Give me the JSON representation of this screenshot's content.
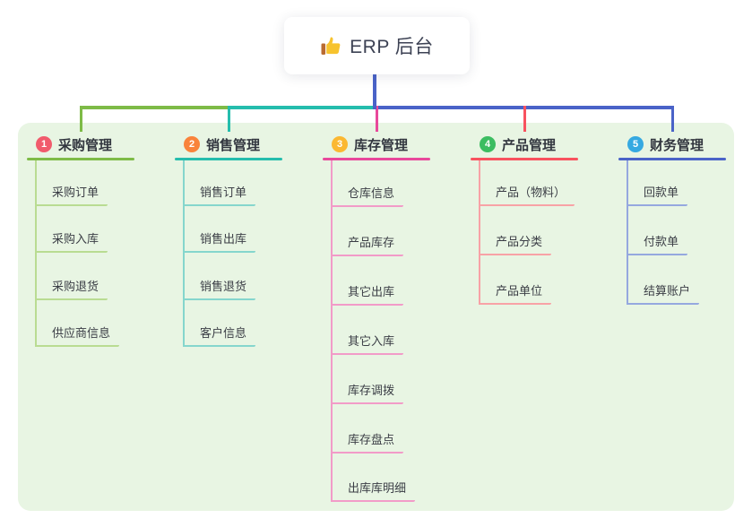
{
  "root": {
    "title": "ERP 后台",
    "icon": "thumbs-up-icon",
    "stem_color": "#4a63c8"
  },
  "panel": {
    "background": "#e8f5e3"
  },
  "branches": [
    {
      "badge": "1",
      "badge_color": "#f15b6c",
      "title": "采购管理",
      "line_color": "#7ebb47",
      "child_line_color": "#b9dc92",
      "children": [
        "采购订单",
        "采购入库",
        "采购退货",
        "供应商信息"
      ]
    },
    {
      "badge": "2",
      "badge_color": "#f9833b",
      "title": "销售管理",
      "line_color": "#25bdad",
      "child_line_color": "#85d6cd",
      "children": [
        "销售订单",
        "销售出库",
        "销售退货",
        "客户信息"
      ]
    },
    {
      "badge": "3",
      "badge_color": "#fbb832",
      "title": "库存管理",
      "line_color": "#e8489b",
      "child_line_color": "#f29bc8",
      "children": [
        "仓库信息",
        "产品库存",
        "其它出库",
        "其它入库",
        "库存调拨",
        "库存盘点",
        "出库库明细"
      ]
    },
    {
      "badge": "4",
      "badge_color": "#3cbd61",
      "title": "产品管理",
      "line_color": "#f8525f",
      "child_line_color": "#f8a2a6",
      "children": [
        "产品（物料）",
        "产品分类",
        "产品单位"
      ]
    },
    {
      "badge": "5",
      "badge_color": "#36a9e1",
      "title": "财务管理",
      "line_color": "#4a63c8",
      "child_line_color": "#95a8df",
      "children": [
        "回款单",
        "付款单",
        "结算账户"
      ]
    }
  ]
}
